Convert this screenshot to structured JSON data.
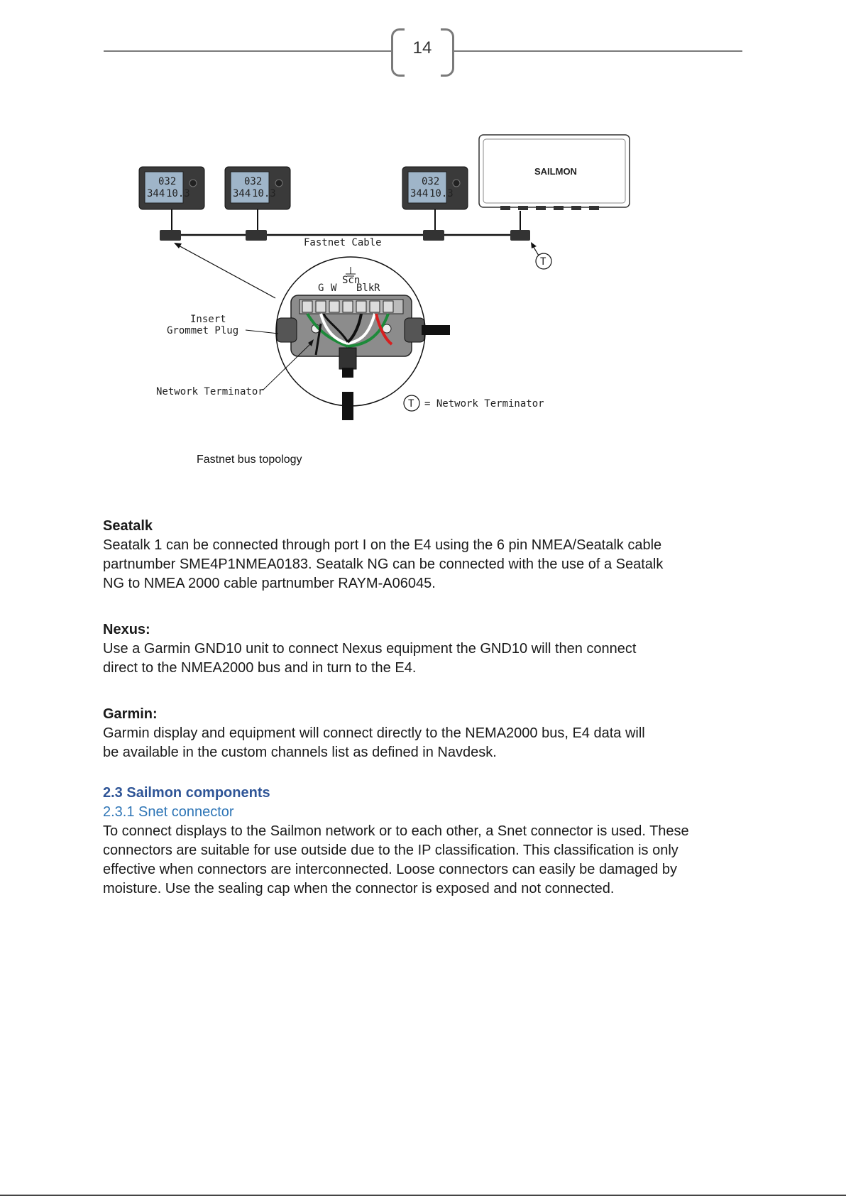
{
  "header": {
    "page_number": "14"
  },
  "figure": {
    "brand": "SAILMON",
    "labels": {
      "fastnet_cable": "Fastnet Cable",
      "scn": "Scn",
      "g": "G",
      "w": "W",
      "blk": "Blk",
      "r": "R",
      "insert": "Insert",
      "grommet_plug": "Grommet Plug",
      "network_terminator": "Network Terminator",
      "t_symbol": "T",
      "legend": "= Network Terminator"
    },
    "display_readout": {
      "top": "032",
      "bottom_left": "344",
      "bottom_right": "10.3"
    },
    "caption": "Fastnet bus topology"
  },
  "sections": {
    "seatalk": {
      "title": "Seatalk",
      "lines": [
        "Seatalk 1 can be connected through port I on the E4 using the 6 pin NMEA/Seatalk cable",
        "partnumber SME4P1NMEA0183. Seatalk NG can be connected with the use of a Seatalk",
        "NG to NMEA 2000 cable partnumber RAYM-A06045."
      ]
    },
    "nexus": {
      "title": "Nexus:",
      "lines": [
        "Use a Garmin GND10 unit to connect Nexus equipment the GND10 will then connect",
        "direct to the NMEA2000 bus and in turn to the E4."
      ]
    },
    "garmin": {
      "title": "Garmin:",
      "lines": [
        "Garmin display and equipment will connect directly to the NEMA2000 bus, E4 data will",
        "be available in the custom channels list as defined in Navdesk."
      ]
    },
    "components": {
      "heading": "2.3 Sailmon components",
      "subheading": "2.3.1 Snet connector",
      "lines": [
        "To connect displays to the Sailmon network or to each other, a Snet connector is used. These",
        "connectors are suitable for use outside due to the IP classification. This classification is only",
        "effective when connectors are interconnected. Loose connectors can easily be damaged by",
        "moisture. Use the sealing cap when the connector is exposed and not connected."
      ]
    }
  }
}
